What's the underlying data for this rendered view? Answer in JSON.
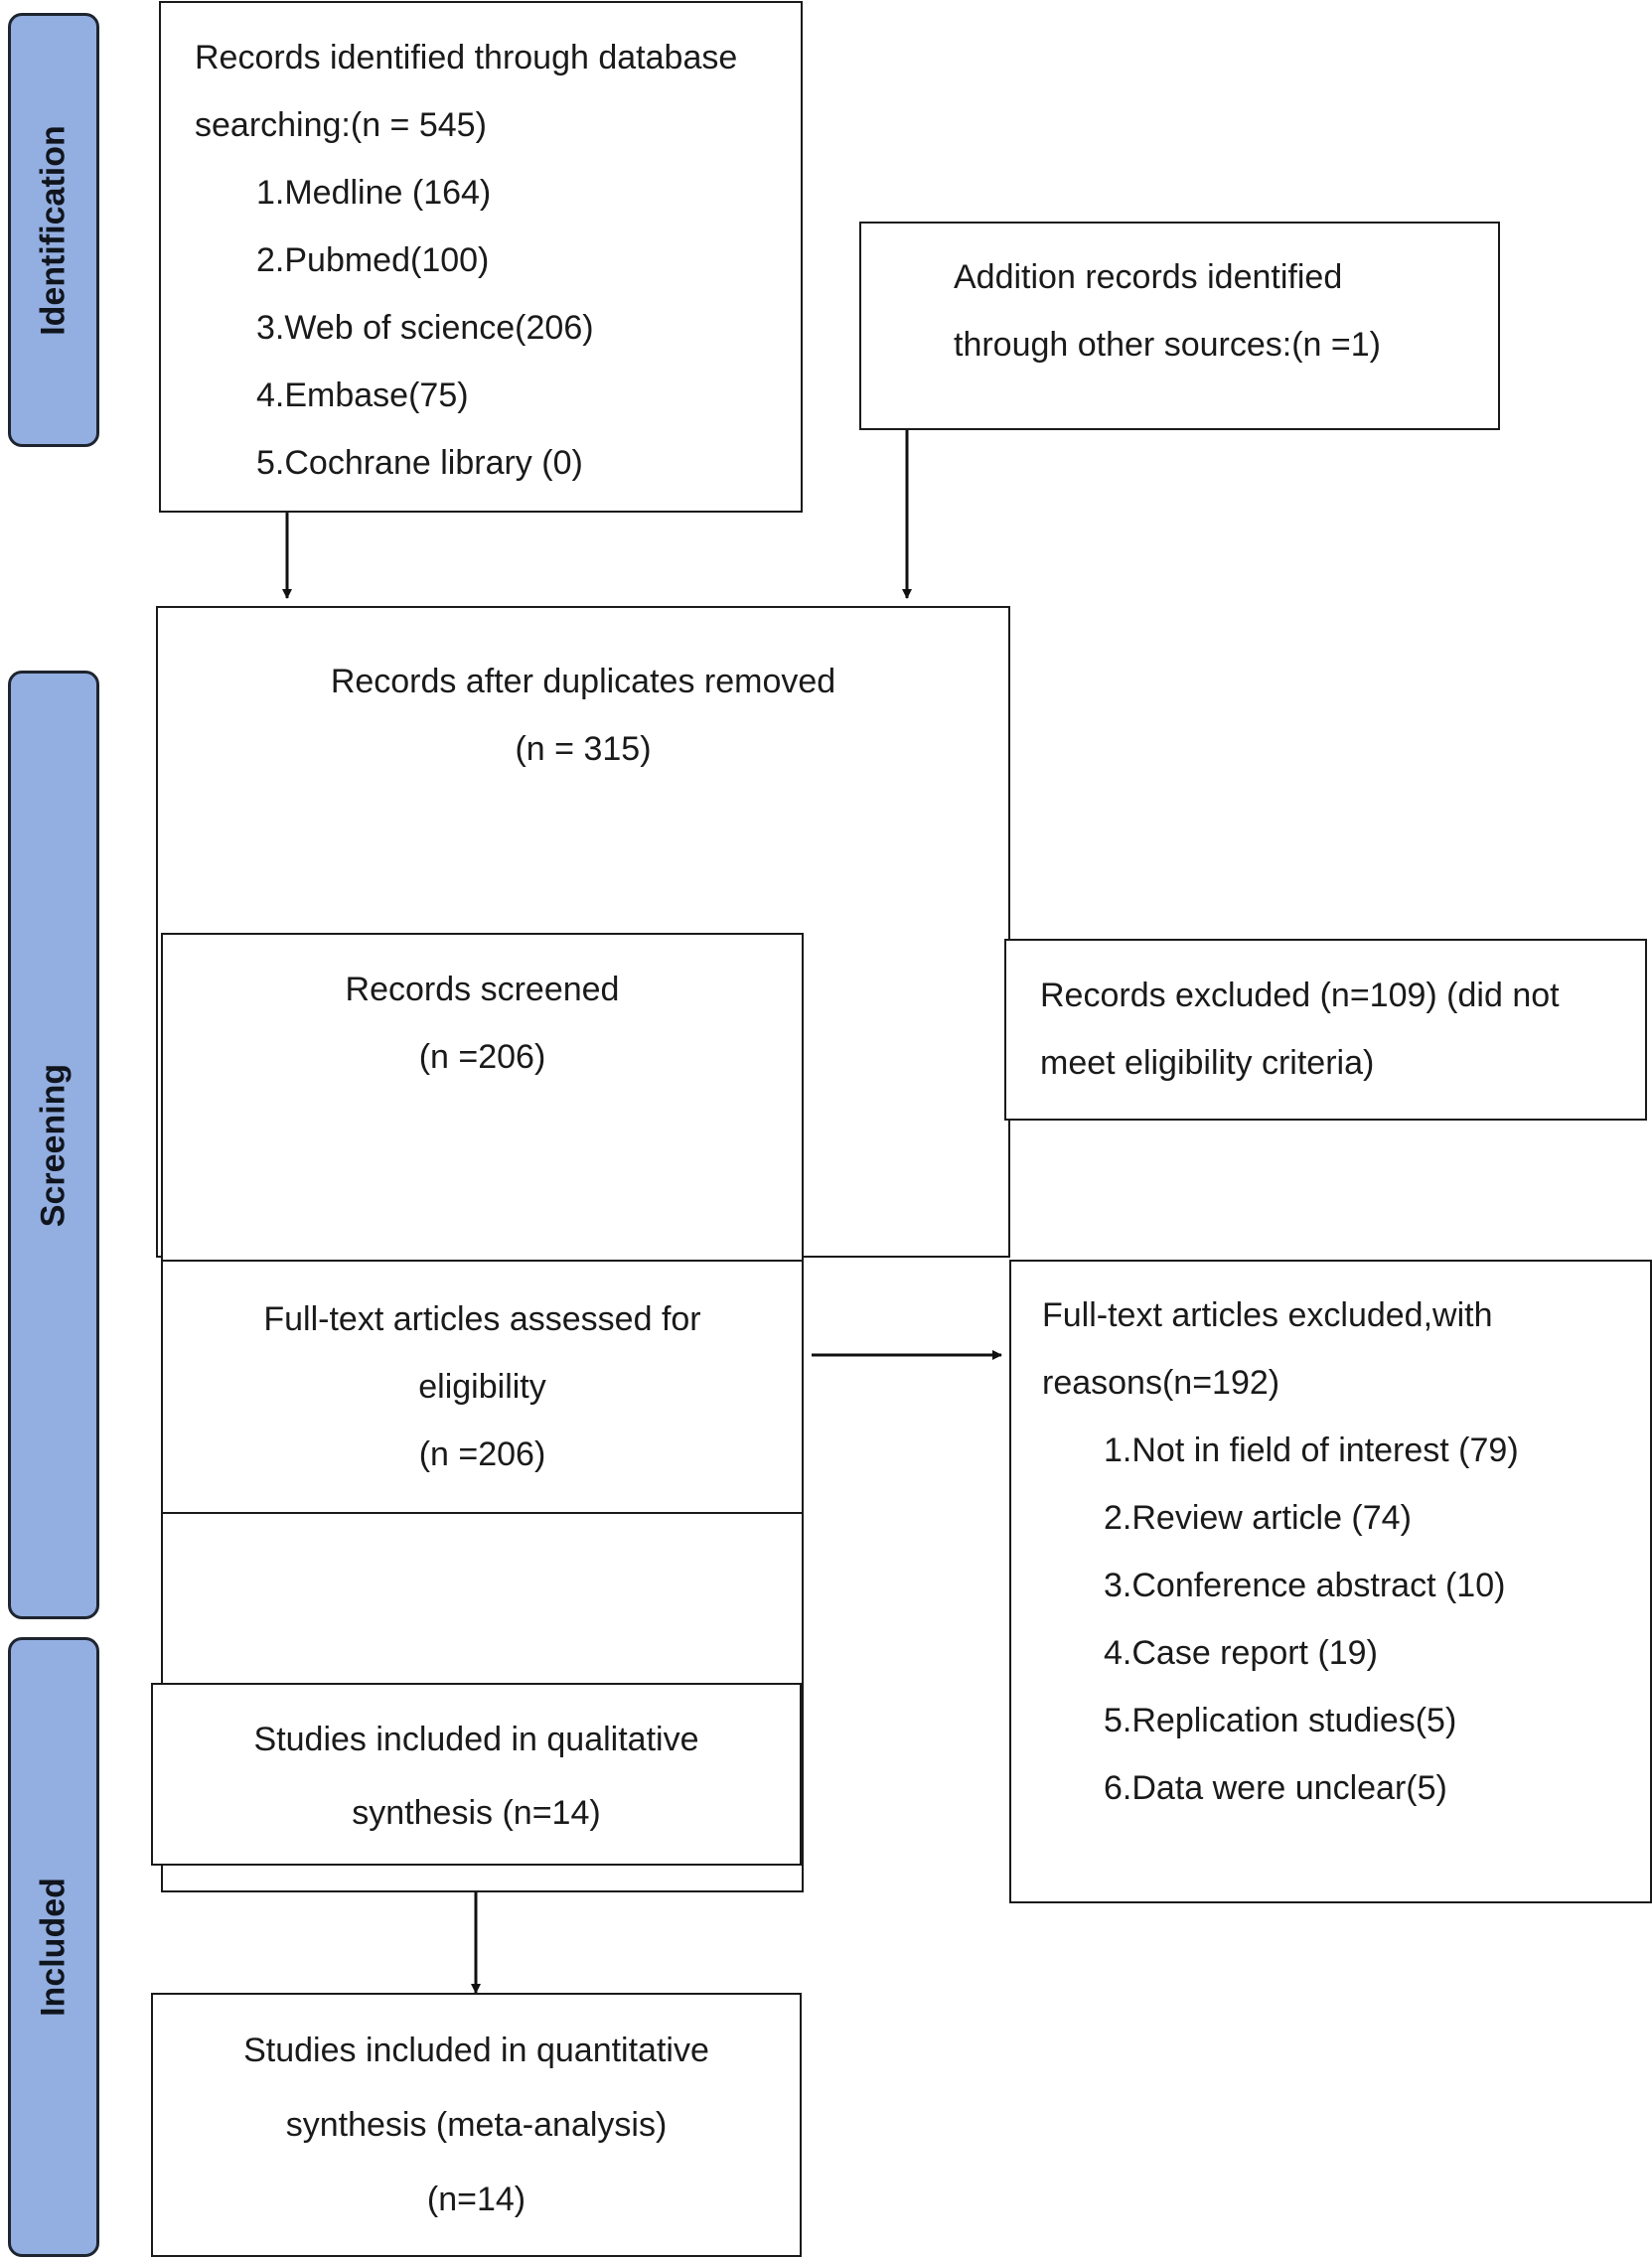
{
  "stages": {
    "identification": "Identification",
    "screening": "Screening",
    "included": "Included"
  },
  "boxes": {
    "database": {
      "lines": [
        "Records identified through database",
        "searching:(n = 545)"
      ],
      "items": [
        "1.Medline (164)",
        "2.Pubmed(100)",
        "3.Web of science(206)",
        "4.Embase(75)",
        "5.Cochrane library (0)"
      ]
    },
    "other_sources": {
      "lines": [
        "Addition records identified",
        "through other sources:(n =1)"
      ]
    },
    "duplicates_removed": {
      "lines": [
        "Records after duplicates removed",
        "(n = 315)"
      ]
    },
    "screened": {
      "lines": [
        "Records screened",
        "(n =206)"
      ]
    },
    "excluded": {
      "lines": [
        "Records excluded (n=109) (did not",
        "meet eligibility criteria)"
      ]
    },
    "full_text": {
      "lines": [
        "Full-text articles assessed for",
        "eligibility",
        "(n =206)"
      ]
    },
    "full_text_excluded": {
      "lines": [
        "Full-text articles excluded,with",
        "reasons(n=192)"
      ],
      "items": [
        "1.Not in field of interest (79)",
        "2.Review article (74)",
        "3.Conference abstract (10)",
        "4.Case report (19)",
        "5.Replication studies(5)",
        "6.Data were unclear(5)"
      ]
    },
    "qualitative": {
      "lines": [
        "Studies included in qualitative",
        "synthesis (n=14)"
      ]
    },
    "quantitative": {
      "lines": [
        "Studies included in quantitative",
        "synthesis (meta-analysis)",
        "(n=14)"
      ]
    }
  }
}
